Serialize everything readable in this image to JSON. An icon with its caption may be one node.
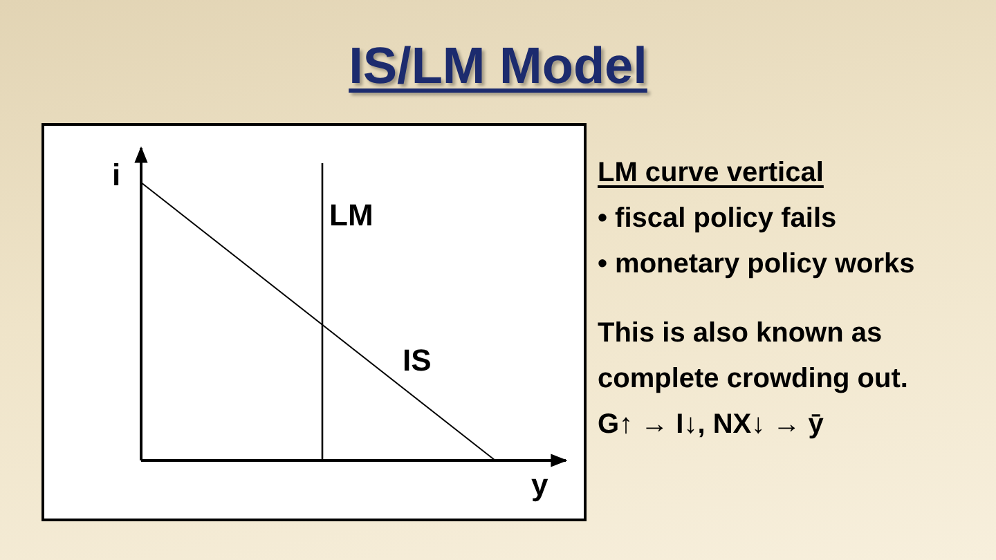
{
  "diagram": {
    "title": "IS/LM Model",
    "nodes": [
      {
        "text": [
          "i",
          "LM",
          "IS",
          "y"
        ]
      }
    ],
    "labels": [
      "LM curve vertical",
      "• fiscal policy fails",
      "• monetary policy works",
      "This is also known as complete crowding out.",
      "G↑ → I↓, NX↓ → ȳ"
    ]
  }
}
